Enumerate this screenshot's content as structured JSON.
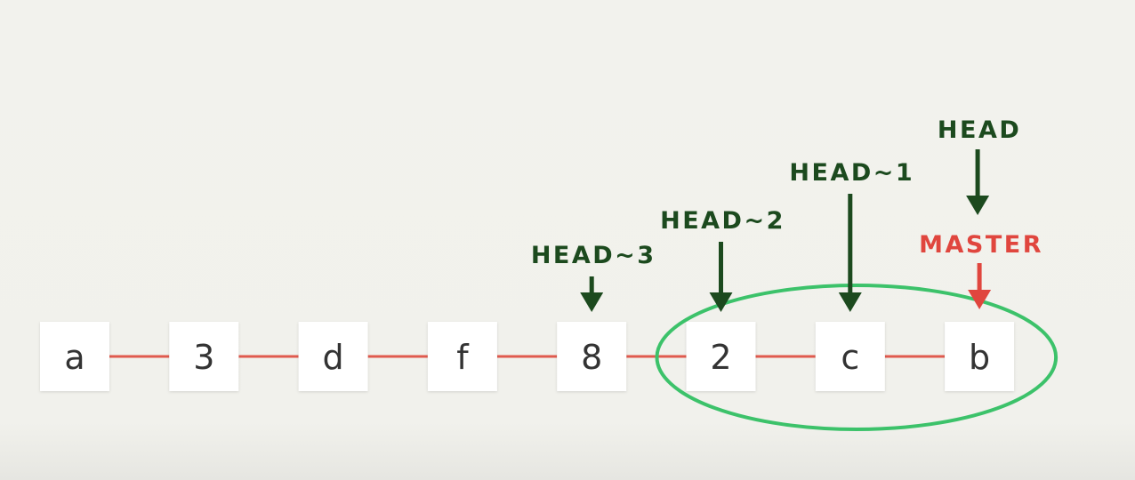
{
  "colors": {
    "background": "#f1f1ec",
    "commit_fill": "#ffffff",
    "commit_text": "#333333",
    "link": "#e05a4e",
    "head_ref": "#1c4a1e",
    "branch_ref": "#e0463e",
    "highlight": "#3cc26a"
  },
  "commits": [
    {
      "label": "a"
    },
    {
      "label": "3"
    },
    {
      "label": "d"
    },
    {
      "label": "f"
    },
    {
      "label": "8"
    },
    {
      "label": "2"
    },
    {
      "label": "c"
    },
    {
      "label": "b"
    }
  ],
  "refs": [
    {
      "label": "HEAD~3",
      "target": 4,
      "kind": "head"
    },
    {
      "label": "HEAD~2",
      "target": 5,
      "kind": "head"
    },
    {
      "label": "HEAD~1",
      "target": 6,
      "kind": "head"
    },
    {
      "label": "MASTER",
      "target": 7,
      "kind": "branch"
    },
    {
      "label": "HEAD",
      "target": "MASTER",
      "kind": "head"
    }
  ],
  "highlight": {
    "shape": "ellipse",
    "commits": [
      5,
      6,
      7
    ]
  }
}
